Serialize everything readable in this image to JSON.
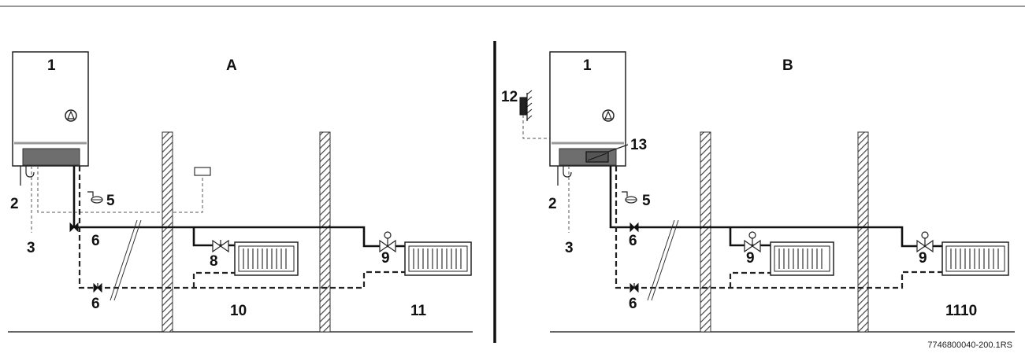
{
  "panel_a": {
    "title": "A",
    "labels": {
      "boiler": "1",
      "drain": "2",
      "outdoor_sensor": "3",
      "expansion_tank": "5",
      "valve_supply": "6",
      "valve_return": "6",
      "radiator_valve_1": "8",
      "radiator_valve_2": "9",
      "room_1": "10",
      "room_2": "11"
    }
  },
  "panel_b": {
    "title": "B",
    "labels": {
      "boiler": "1",
      "drain": "2",
      "outdoor_sensor": "3",
      "expansion_tank": "5",
      "valve_supply": "6",
      "valve_return": "6",
      "radiator_valve_1": "9",
      "radiator_valve_2": "9",
      "room_combined": "1110",
      "room_controller": "12",
      "control_module": "13"
    }
  },
  "reference": "7746800040-200.1RS",
  "colors": {
    "line": "#111111",
    "dashed": "#333333",
    "control_panel": "#6e6e6e",
    "wall_stripe": "#444444"
  }
}
